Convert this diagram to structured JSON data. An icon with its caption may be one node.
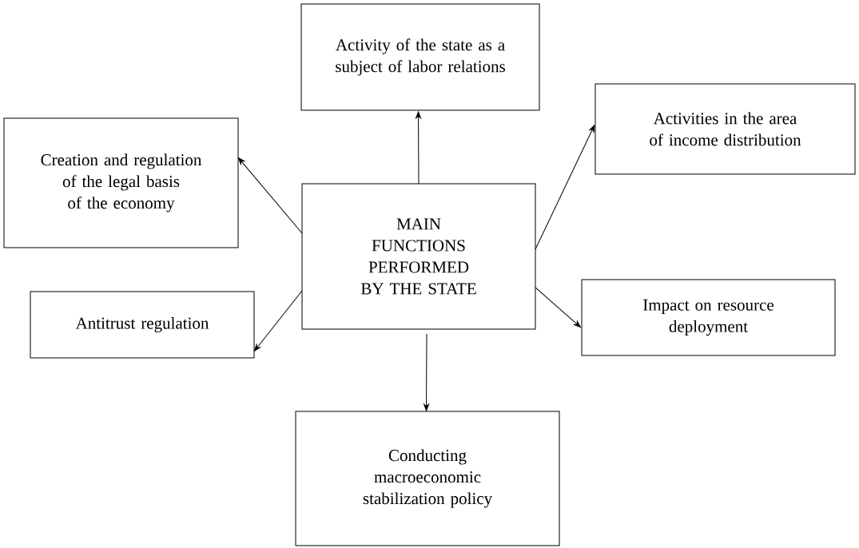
{
  "diagram": {
    "nodes": [
      {
        "text": [
          "MAIN FUNCTIONS PERFORMED BY THE STATE"
        ]
      },
      {
        "text": [
          "Activity of the state as a subject of labor relations"
        ]
      },
      {
        "text": [
          "Activities in the area of income distribution"
        ]
      },
      {
        "text": [
          "Creation and regulation of the legal basis of the economy"
        ]
      },
      {
        "text": [
          "Impact on resource deployment"
        ]
      },
      {
        "text": [
          "Antitrust regulation"
        ]
      },
      {
        "text": [
          "Conducting macroeconomic stabilization policy"
        ]
      }
    ],
    "edges": [
      {
        "from": 0,
        "to": 1,
        "arrow": "to"
      },
      {
        "from": 0,
        "to": 2,
        "arrow": "to"
      },
      {
        "from": 0,
        "to": 3,
        "arrow": "to"
      },
      {
        "from": 0,
        "to": 4,
        "arrow": "to"
      },
      {
        "from": 0,
        "to": 5,
        "arrow": "to"
      },
      {
        "from": 0,
        "to": 6,
        "arrow": "to"
      }
    ]
  }
}
